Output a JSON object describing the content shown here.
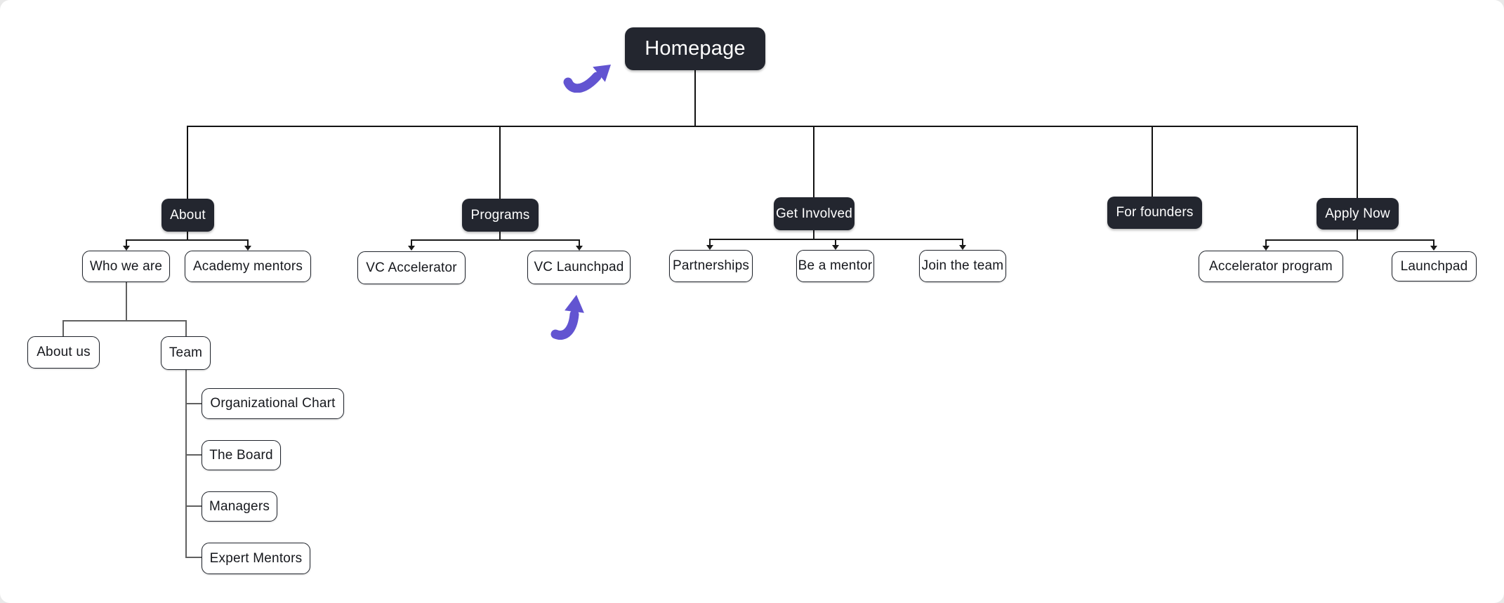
{
  "colors": {
    "canvas_bg": "#ffffff",
    "node_dark_bg": "#23262f",
    "node_dark_text": "#ffffff",
    "node_light_bg": "#ffffff",
    "node_light_border": "#20242c",
    "connector_black": "#121212",
    "connector_grey": "#606060",
    "accent_arrow_purple": "#6254d1"
  },
  "nodes": {
    "homepage": "Homepage",
    "about": "About",
    "who_we_are": "Who we are",
    "academy_mentors": "Academy mentors",
    "about_us": "About us",
    "team": "Team",
    "organizational_chart": "Organizational Chart",
    "the_board": "The Board",
    "managers": "Managers",
    "expert_mentors": "Expert Mentors",
    "programs": "Programs",
    "vc_accelerator": "VC Accelerator",
    "vc_launchpad": "VC Launchpad",
    "get_involved": "Get Involved",
    "partnerships": "Partnerships",
    "be_a_mentor": "Be a mentor",
    "join_the_team": "Join the team",
    "for_founders": "For founders",
    "apply_now": "Apply Now",
    "accelerator_program": "Accelerator program",
    "launchpad": "Launchpad"
  },
  "hierarchy": {
    "homepage": [
      "about",
      "programs",
      "get_involved",
      "for_founders",
      "apply_now"
    ],
    "about": [
      "who_we_are",
      "academy_mentors"
    ],
    "who_we_are": [
      "about_us",
      "team"
    ],
    "team": [
      "organizational_chart",
      "the_board",
      "managers",
      "expert_mentors"
    ],
    "programs": [
      "vc_accelerator",
      "vc_launchpad"
    ],
    "get_involved": [
      "partnerships",
      "be_a_mentor",
      "join_the_team"
    ],
    "for_founders": [],
    "apply_now": [
      "accelerator_program",
      "launchpad"
    ]
  },
  "annotations": {
    "arrows": [
      {
        "name": "curved-arrow-to-homepage",
        "points_to": "homepage"
      },
      {
        "name": "curved-arrow-to-vc-launchpad",
        "points_to": "vc_launchpad"
      }
    ]
  }
}
